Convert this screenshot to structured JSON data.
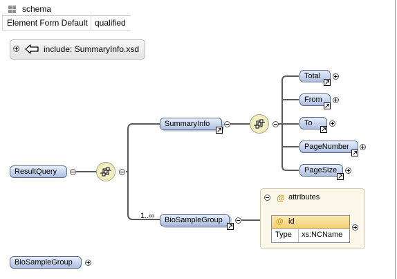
{
  "header": {
    "title": "schema",
    "icon": "schema-grid-icon"
  },
  "properties": [
    {
      "key": "Element Form Default",
      "value": "qualified"
    }
  ],
  "include": {
    "label": "include: SummaryInfo.xsd",
    "icon": "include-arrow-icon"
  },
  "elements": {
    "result_query": "ResultQuery",
    "summary_info": "SummaryInfo",
    "bio_sample_group": "BioSampleGroup",
    "bio_sample_group_global": "BioSampleGroup",
    "total": "Total",
    "from": "From",
    "to": "To",
    "page_number": "PageNumber",
    "page_size": "PageSize"
  },
  "occurrence": "1..∞",
  "attributes": {
    "title": "attributes",
    "at_symbol": "@",
    "items": [
      {
        "name": "id",
        "type_key": "Type",
        "type_value": "xs:NCName"
      }
    ]
  },
  "colors": {
    "node_fill": "#aebfe0",
    "node_border": "#5a6f8f",
    "compositor": "#e8e2a6",
    "attribute_header": "#f2cf72"
  }
}
